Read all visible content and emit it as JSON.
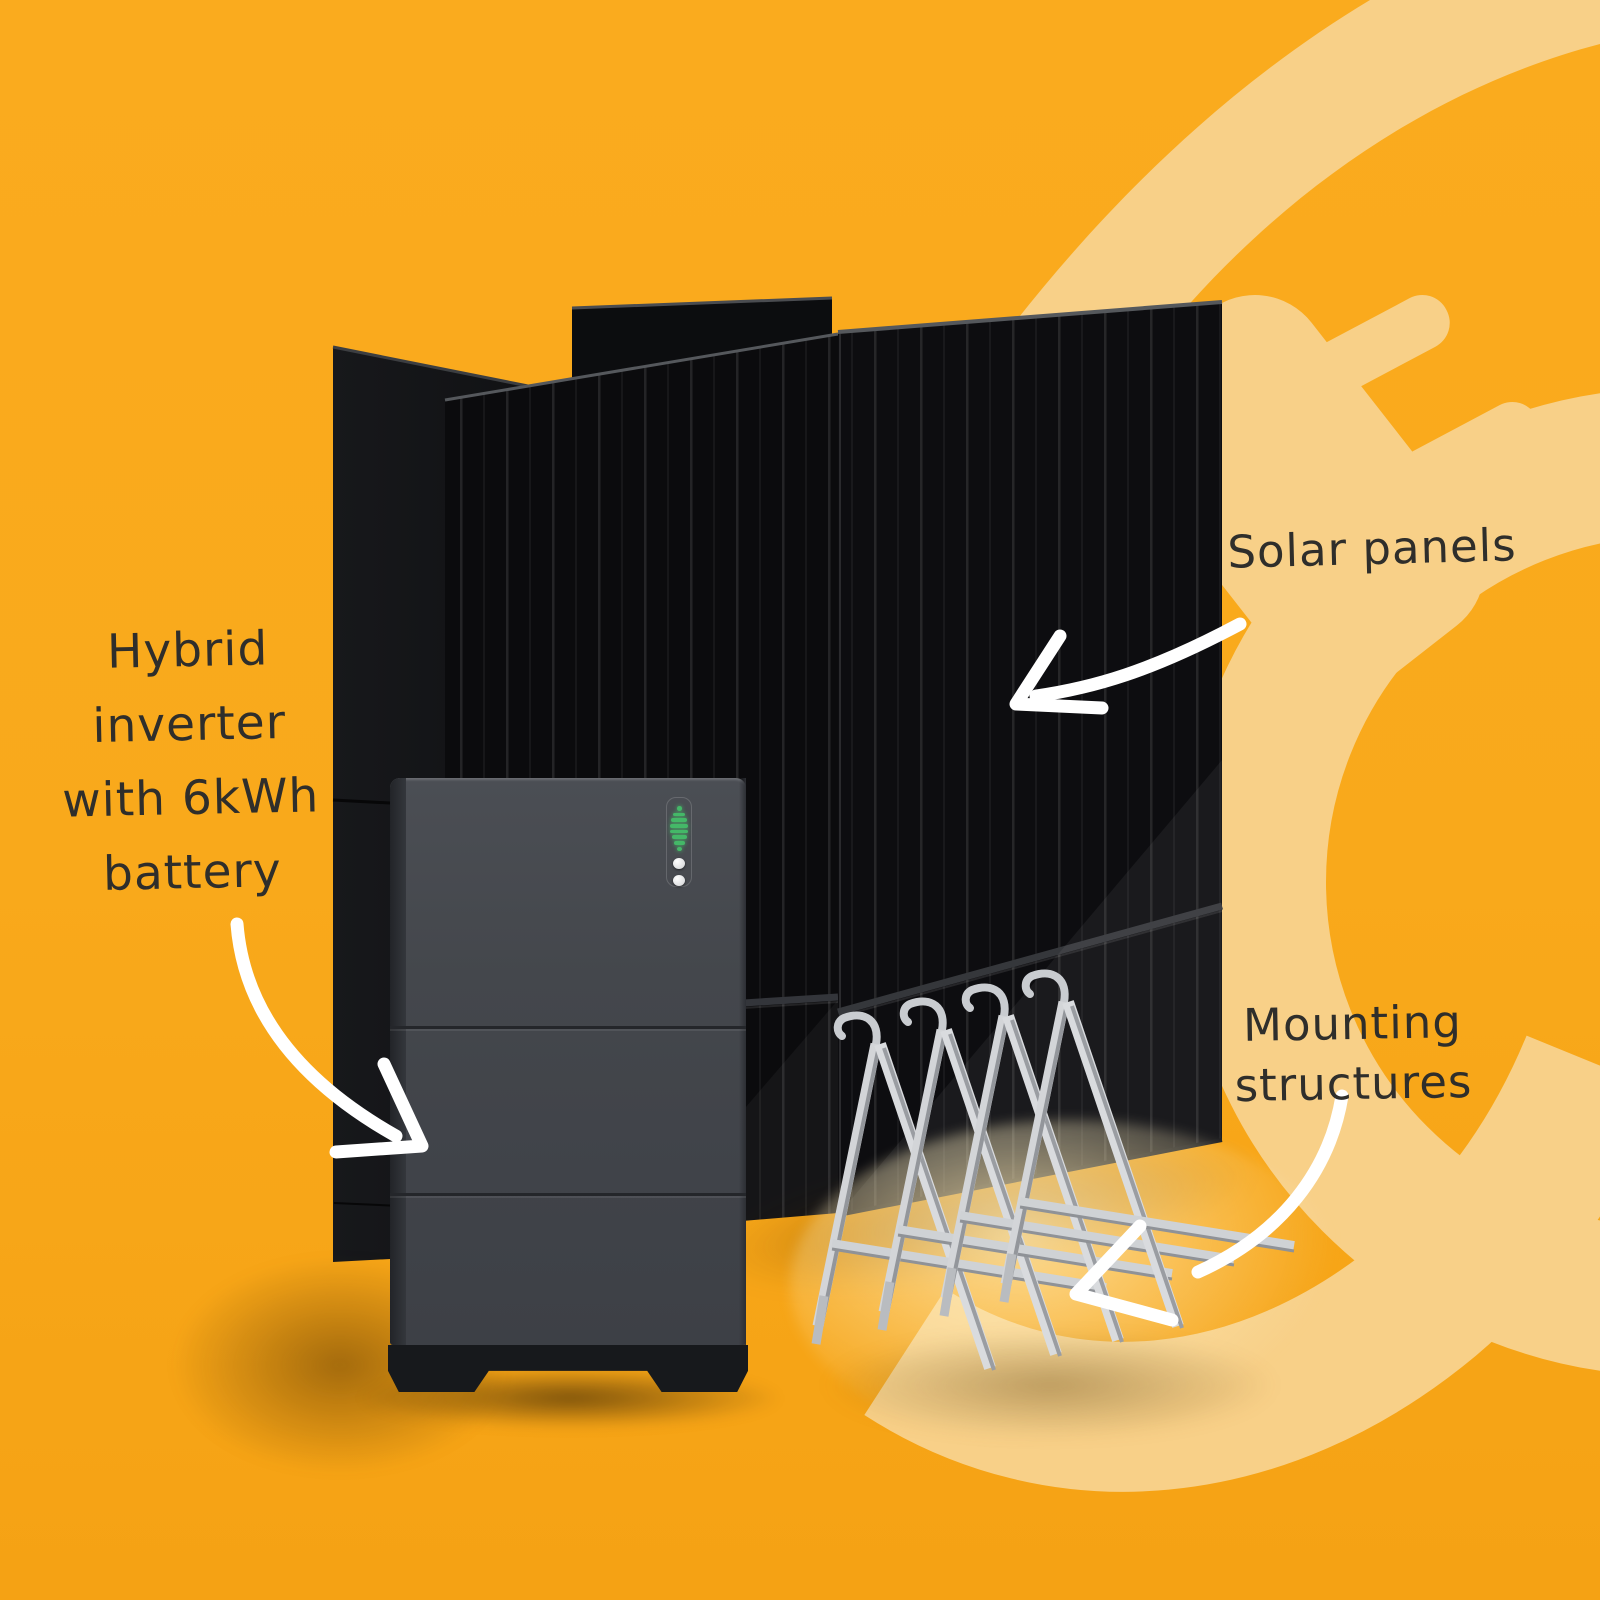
{
  "scene": {
    "description": "Solar kit promo image with hand-drawn annotation arrows",
    "background_color": "#F9A91B",
    "watermark_color": "#F8D088",
    "arrow_color": "#FFFFFF",
    "text_color": "#2F2E2B",
    "components": [
      "solar-panels",
      "hybrid-inverter-with-battery",
      "mounting-structures"
    ]
  },
  "labels": {
    "inverter": {
      "line1": "Hybrid",
      "line2": "inverter",
      "line3": "with 6kWh",
      "line4": "battery"
    },
    "solar": {
      "text": "Solar panels"
    },
    "mounting": {
      "line1": "Mounting",
      "line2": "structures"
    }
  },
  "battery_unit": {
    "sections": 3,
    "led_gauge": {
      "meaning": "charge-level",
      "color": "#45B868",
      "bars": 6,
      "dots": 2
    },
    "buttons": 2
  },
  "solar_panels": {
    "count": 4,
    "style": "all-black"
  },
  "mounting_structures": {
    "count": 4,
    "material": "aluminium"
  }
}
